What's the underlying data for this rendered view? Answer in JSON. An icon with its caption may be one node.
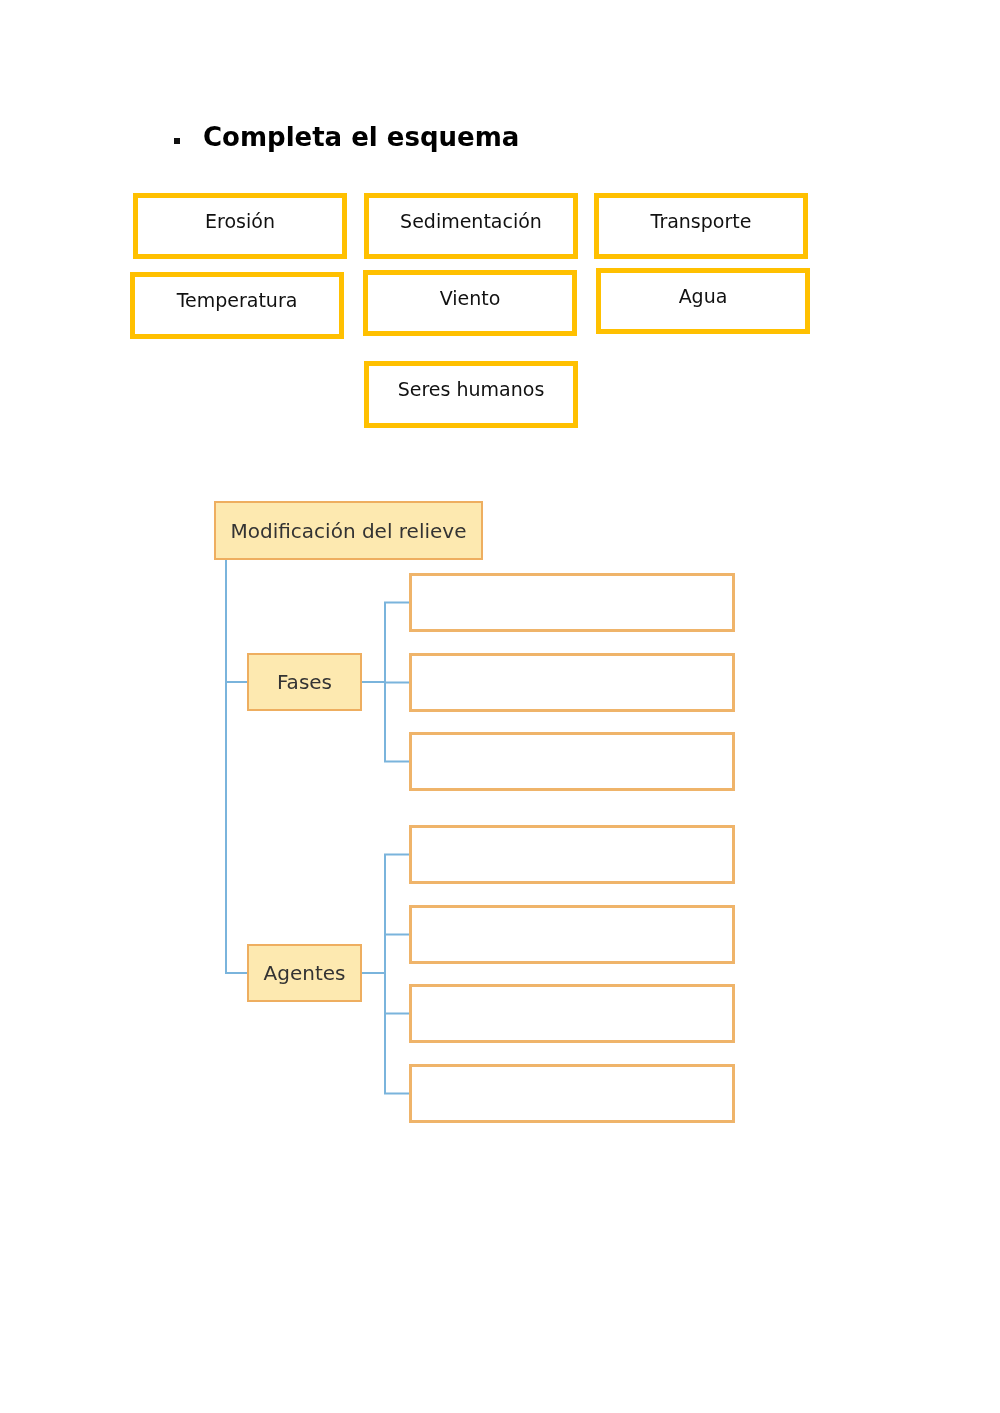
{
  "diagram": {
    "title": "Completa el esquema",
    "nodes": [
      {
        "text": [
          "Erosión"
        ]
      },
      {
        "text": [
          "Sedimentación"
        ]
      },
      {
        "text": [
          "Transporte"
        ]
      },
      {
        "text": [
          "Temperatura"
        ]
      },
      {
        "text": [
          "Viento"
        ]
      },
      {
        "text": [
          "Agua"
        ]
      },
      {
        "text": [
          "Seres humanos"
        ]
      },
      {
        "text": [
          "Modificación del relieve"
        ]
      },
      {
        "text": [
          "Fases"
        ]
      },
      {
        "text": [
          "Agentes"
        ]
      },
      {
        "text": [],
        "shape": "box"
      },
      {
        "text": [],
        "shape": "box"
      },
      {
        "text": [],
        "shape": "box"
      },
      {
        "text": [],
        "shape": "box"
      },
      {
        "text": [],
        "shape": "box"
      },
      {
        "text": [],
        "shape": "box"
      },
      {
        "text": [],
        "shape": "box"
      }
    ],
    "edges": [
      {
        "from": 7,
        "to": 8,
        "arrow": "none"
      },
      {
        "from": 7,
        "to": 9,
        "arrow": "none"
      },
      {
        "from": 8,
        "to": 10,
        "arrow": "none"
      },
      {
        "from": 8,
        "to": 11,
        "arrow": "none"
      },
      {
        "from": 8,
        "to": 12,
        "arrow": "none"
      },
      {
        "from": 9,
        "to": 13,
        "arrow": "none"
      },
      {
        "from": 9,
        "to": 14,
        "arrow": "none"
      },
      {
        "from": 9,
        "to": 15,
        "arrow": "none"
      },
      {
        "from": 9,
        "to": 16,
        "arrow": "none"
      }
    ]
  }
}
